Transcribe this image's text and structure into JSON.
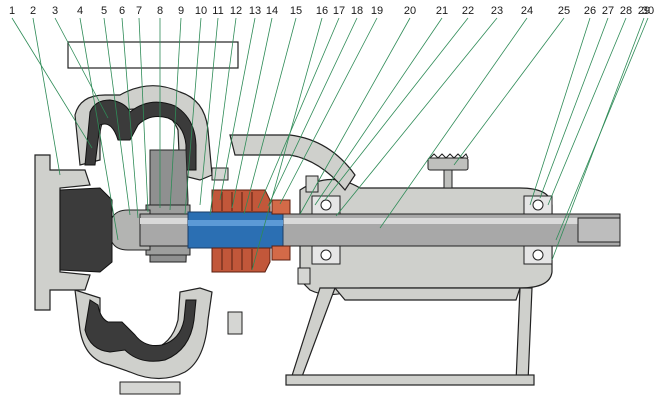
{
  "part_numbers": [
    "1",
    "2",
    "3",
    "4",
    "5",
    "6",
    "7",
    "8",
    "9",
    "10",
    "11",
    "12",
    "13",
    "14",
    "15",
    "16",
    "17",
    "18",
    "19",
    "20",
    "21",
    "22",
    "23",
    "24",
    "25",
    "26",
    "27",
    "28",
    "29",
    "30"
  ],
  "colors": {
    "casing_fill": "#c9cac6",
    "lining_dark": "#3b3b3b",
    "shaft_gray": "#a8a8a8",
    "sleeve_blue": "#2b6fb3",
    "packing_red": "#c2573a",
    "leader_green": "#2e8b57",
    "outline": "#222222"
  },
  "icons": {
    "handwheel": "knurled-knob",
    "bolt": "hex-bolt"
  }
}
